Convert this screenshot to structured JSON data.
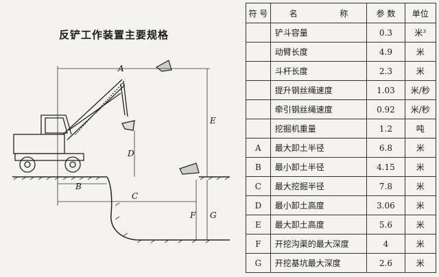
{
  "title": "反铲工作装置主要规格",
  "diagram_labels": {
    "A": "A",
    "B": "B",
    "C": "C",
    "D": "D",
    "E": "E",
    "F": "F",
    "G": "G"
  },
  "table": {
    "headers": {
      "symbol": "符 号",
      "name_left": "名",
      "name_right": "称",
      "value": "参 数",
      "unit": "单位"
    },
    "rows": [
      {
        "symbol": "",
        "name": "铲斗容量",
        "value": "0.3",
        "unit": "米³"
      },
      {
        "symbol": "",
        "name": "动臂长度",
        "value": "4.9",
        "unit": "米"
      },
      {
        "symbol": "",
        "name": "斗杆长度",
        "value": "2.3",
        "unit": "米"
      },
      {
        "symbol": "",
        "name": "提升钢丝绳速度",
        "value": "1.03",
        "unit": "米/秒"
      },
      {
        "symbol": "",
        "name": "牵引钢丝绳速度",
        "value": "0.92",
        "unit": "米/秒"
      },
      {
        "symbol": "",
        "name": "挖掘机重量",
        "value": "1.2",
        "unit": "吨"
      },
      {
        "symbol": "A",
        "name": "最大卸土半径",
        "value": "6.8",
        "unit": "米"
      },
      {
        "symbol": "B",
        "name": "最小卸土半径",
        "value": "4.15",
        "unit": "米"
      },
      {
        "symbol": "C",
        "name": "最大挖掘半径",
        "value": "7.8",
        "unit": "米"
      },
      {
        "symbol": "D",
        "name": "最小卸土高度",
        "value": "3.06",
        "unit": "米"
      },
      {
        "symbol": "E",
        "name": "最大卸土高度",
        "value": "5.6",
        "unit": "米"
      },
      {
        "symbol": "F",
        "name": "开挖沟渠的最大深度",
        "value": "4",
        "unit": "米"
      },
      {
        "symbol": "G",
        "name": "开挖基坑最大深度",
        "value": "2.6",
        "unit": "米"
      }
    ]
  }
}
